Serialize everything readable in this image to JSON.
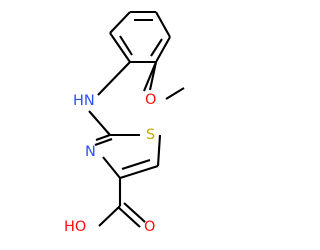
{
  "molecule": {
    "labels": {
      "nh": "HN",
      "o_methoxy": "O",
      "s": "S",
      "n": "N",
      "oh": "HO",
      "o_carbonyl": "O"
    },
    "colors": {
      "bond": "#000000",
      "nitrogen": "#3050F8",
      "oxygen": "#FF0D0D",
      "sulfur": "#C8A800"
    }
  }
}
